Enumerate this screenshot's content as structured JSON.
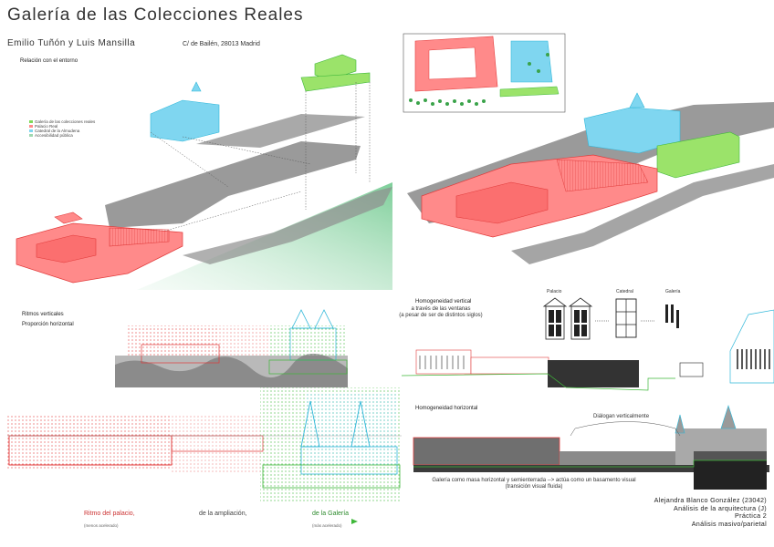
{
  "header": {
    "title": "Galería de las Colecciones Reales",
    "authors": "Emilio Tuñón y Luis Mansilla",
    "address": "C/ de Bailén, 28013 Madrid"
  },
  "context": {
    "heading": "Relación con el entorno",
    "legend": [
      {
        "label": "Galería de las colecciones reales",
        "color": "#7ed957"
      },
      {
        "label": "Palacio Real",
        "color": "#ff8a8a"
      },
      {
        "label": "Catedral de la Almudena",
        "color": "#7fd6f0"
      },
      {
        "label": "Accesibilidad pública",
        "color": "#9fd8b0"
      }
    ]
  },
  "rhythms": {
    "heading1": "Ritmos verticales",
    "heading2": "Proporción horizontal",
    "bottom_labels": [
      {
        "text": "Ritmo del palacio,",
        "sub": "(menos acelerado)"
      },
      {
        "text": "de la ampliación,",
        "sub": ""
      },
      {
        "text": "de la Galería",
        "sub": "(más acelerado)"
      }
    ]
  },
  "vertical": {
    "heading": "Homogeneidad vertical",
    "subtitle_lines": [
      "a través de las ventanas",
      "(a pesar de ser de distintos siglos)"
    ],
    "window_labels": [
      "Palacio",
      "Catedral",
      "Galería"
    ]
  },
  "horizontal": {
    "heading": "Homogeneidad horizontal",
    "annotation": "Diálogan verticalmente",
    "caption_lines": [
      "Galería como masa horizontal y semienterrada --> actúa como un basamento visual",
      "(transición visual fluida)"
    ]
  },
  "credit": {
    "lines": [
      "Alejandra Blanco González (23042)",
      "Análisis de la arquitectura (J)",
      "Práctica 2",
      "Análisis masivo/parietal"
    ]
  },
  "colors": {
    "palace": "#ff8a8a",
    "palace_line": "#e23b3b",
    "cathedral": "#7fd6f0",
    "cathedral_line": "#2fb7d9",
    "gallery": "#7ed957",
    "gallery_line": "#3fb83a",
    "terrain": "#9fd8b0"
  }
}
